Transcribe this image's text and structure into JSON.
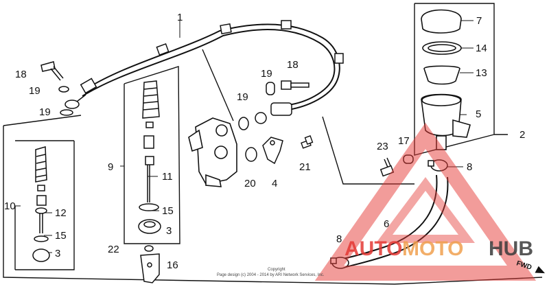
{
  "parts": {
    "p1": "1",
    "p2": "2",
    "p3a": "3",
    "p3b": "3",
    "p4": "4",
    "p5": "5",
    "p6": "6",
    "p7": "7",
    "p8a": "8",
    "p8b": "8",
    "p9": "9",
    "p10": "10",
    "p11": "11",
    "p12": "12",
    "p13": "13",
    "p14": "14",
    "p15a": "15",
    "p15b": "15",
    "p16": "16",
    "p17": "17",
    "p18a": "18",
    "p18b": "18",
    "p19a": "19",
    "p19b": "19",
    "p19c": "19",
    "p19d": "19",
    "p20": "20",
    "p21": "21",
    "p22": "22",
    "p23": "23"
  },
  "copyright": {
    "line1": "Copyright",
    "line2": "Page design (c) 2004 - 2014 by ARI Network Services, Inc."
  },
  "direction_label": "FWD",
  "watermark": {
    "auto": "AUTO",
    "moto": "MOTO",
    "hub": "HUB",
    "colors": {
      "red": "#e53935",
      "orange": "#f0a050",
      "dark": "#3a3a3a"
    }
  }
}
